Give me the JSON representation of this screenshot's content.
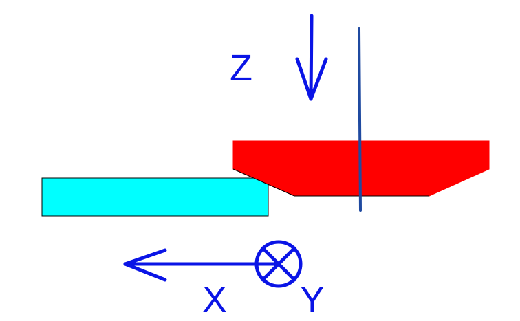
{
  "labels": {
    "z": "Z",
    "x": "X",
    "y": "Y"
  },
  "colors": {
    "background": "#ffffff",
    "axis": "#0a14e6",
    "tool": "#ff0000",
    "workpiece": "#00ffff",
    "spindle_line": "#1f4aa0",
    "outline": "#000000"
  },
  "icons": {
    "z_axis": "arrow-down-icon",
    "x_axis": "arrow-left-icon",
    "y_axis": "circle-cross-into-page-icon"
  }
}
